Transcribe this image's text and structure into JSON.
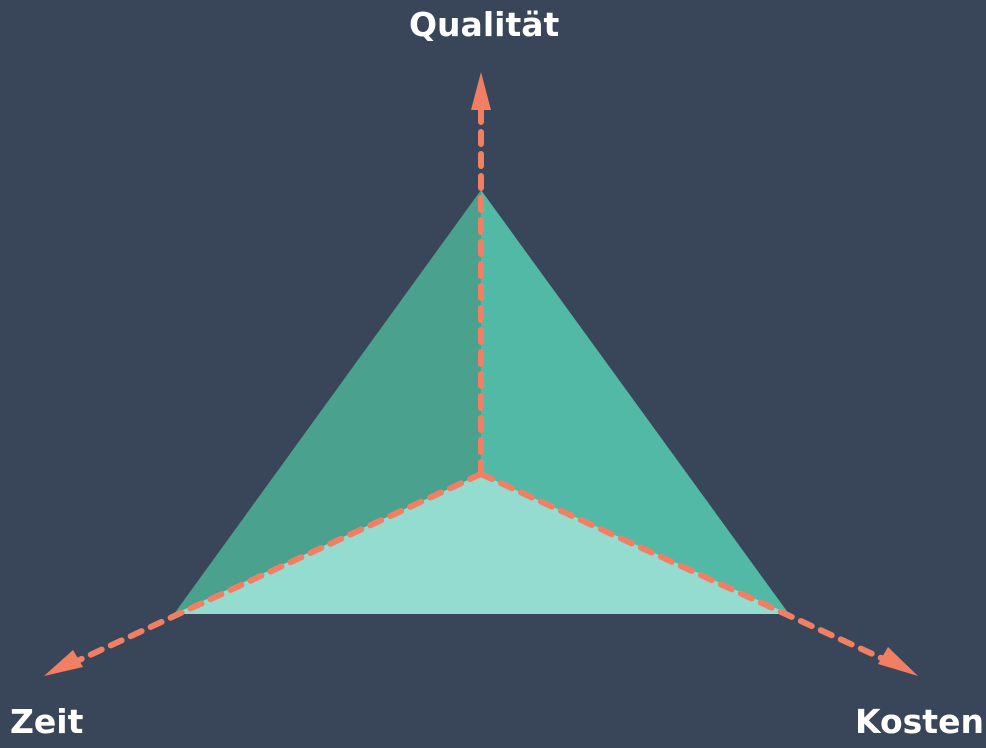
{
  "diagram": {
    "labels": {
      "top": "Qualität",
      "left": "Zeit",
      "right": "Kosten"
    },
    "colors": {
      "background": "#394558",
      "face_left": "#49a18e",
      "face_right": "#52b9a6",
      "face_bottom": "#94dbd0",
      "axis": "#f07f63",
      "label": "#ffffff"
    }
  }
}
